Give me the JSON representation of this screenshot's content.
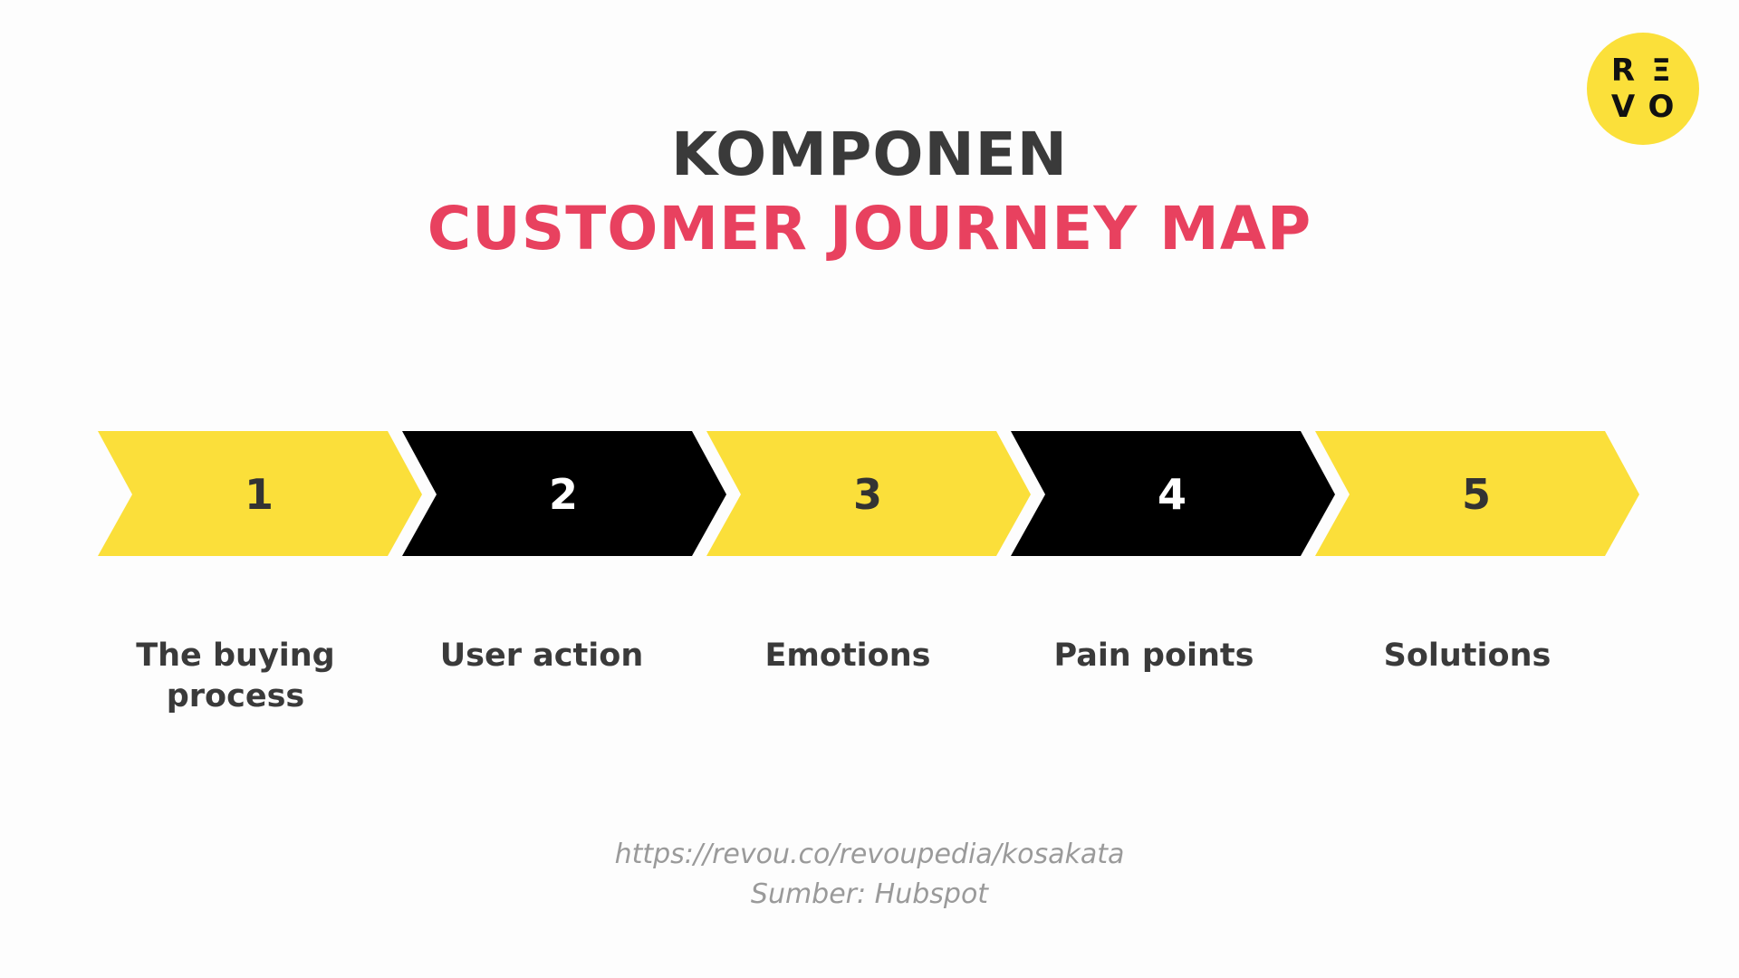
{
  "logo": {
    "letters": [
      "R",
      "Ξ",
      "V",
      "O"
    ]
  },
  "title": {
    "line1": "KOMPONEN",
    "line2": "CUSTOMER JOURNEY MAP"
  },
  "colors": {
    "yellow": "#fbdf3a",
    "black": "#000000",
    "title_dark": "#3a3a3a",
    "title_accent": "#e8415f",
    "footer_gray": "#9a9a9a"
  },
  "steps": [
    {
      "number": "1",
      "label": "The buying process",
      "style": "yellow"
    },
    {
      "number": "2",
      "label": "User action",
      "style": "black"
    },
    {
      "number": "3",
      "label": "Emotions",
      "style": "yellow"
    },
    {
      "number": "4",
      "label": "Pain points",
      "style": "black"
    },
    {
      "number": "5",
      "label": "Solutions",
      "style": "yellow"
    }
  ],
  "footer": {
    "url": "https://revou.co/revoupedia/kosakata",
    "source": "Sumber: Hubspot"
  }
}
